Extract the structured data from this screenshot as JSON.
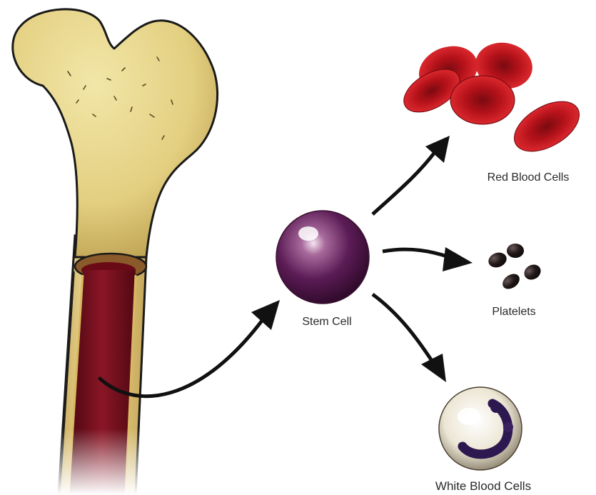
{
  "labels": {
    "stem_cell": "Stem Cell",
    "red_blood_cells": "Red Blood Cells",
    "platelets": "Platelets",
    "white_blood_cells": "White Blood Cells"
  },
  "colors": {
    "bone": "#e6d48a",
    "bone_outline": "#1a1a1a",
    "marrow": "#7a1020",
    "stem_cell": "#5a1a50",
    "red_blood_cell": "#c4141c",
    "platelet": "#1c1414",
    "white_blood_cell": "#e8e2d0",
    "arrow": "#111111"
  }
}
